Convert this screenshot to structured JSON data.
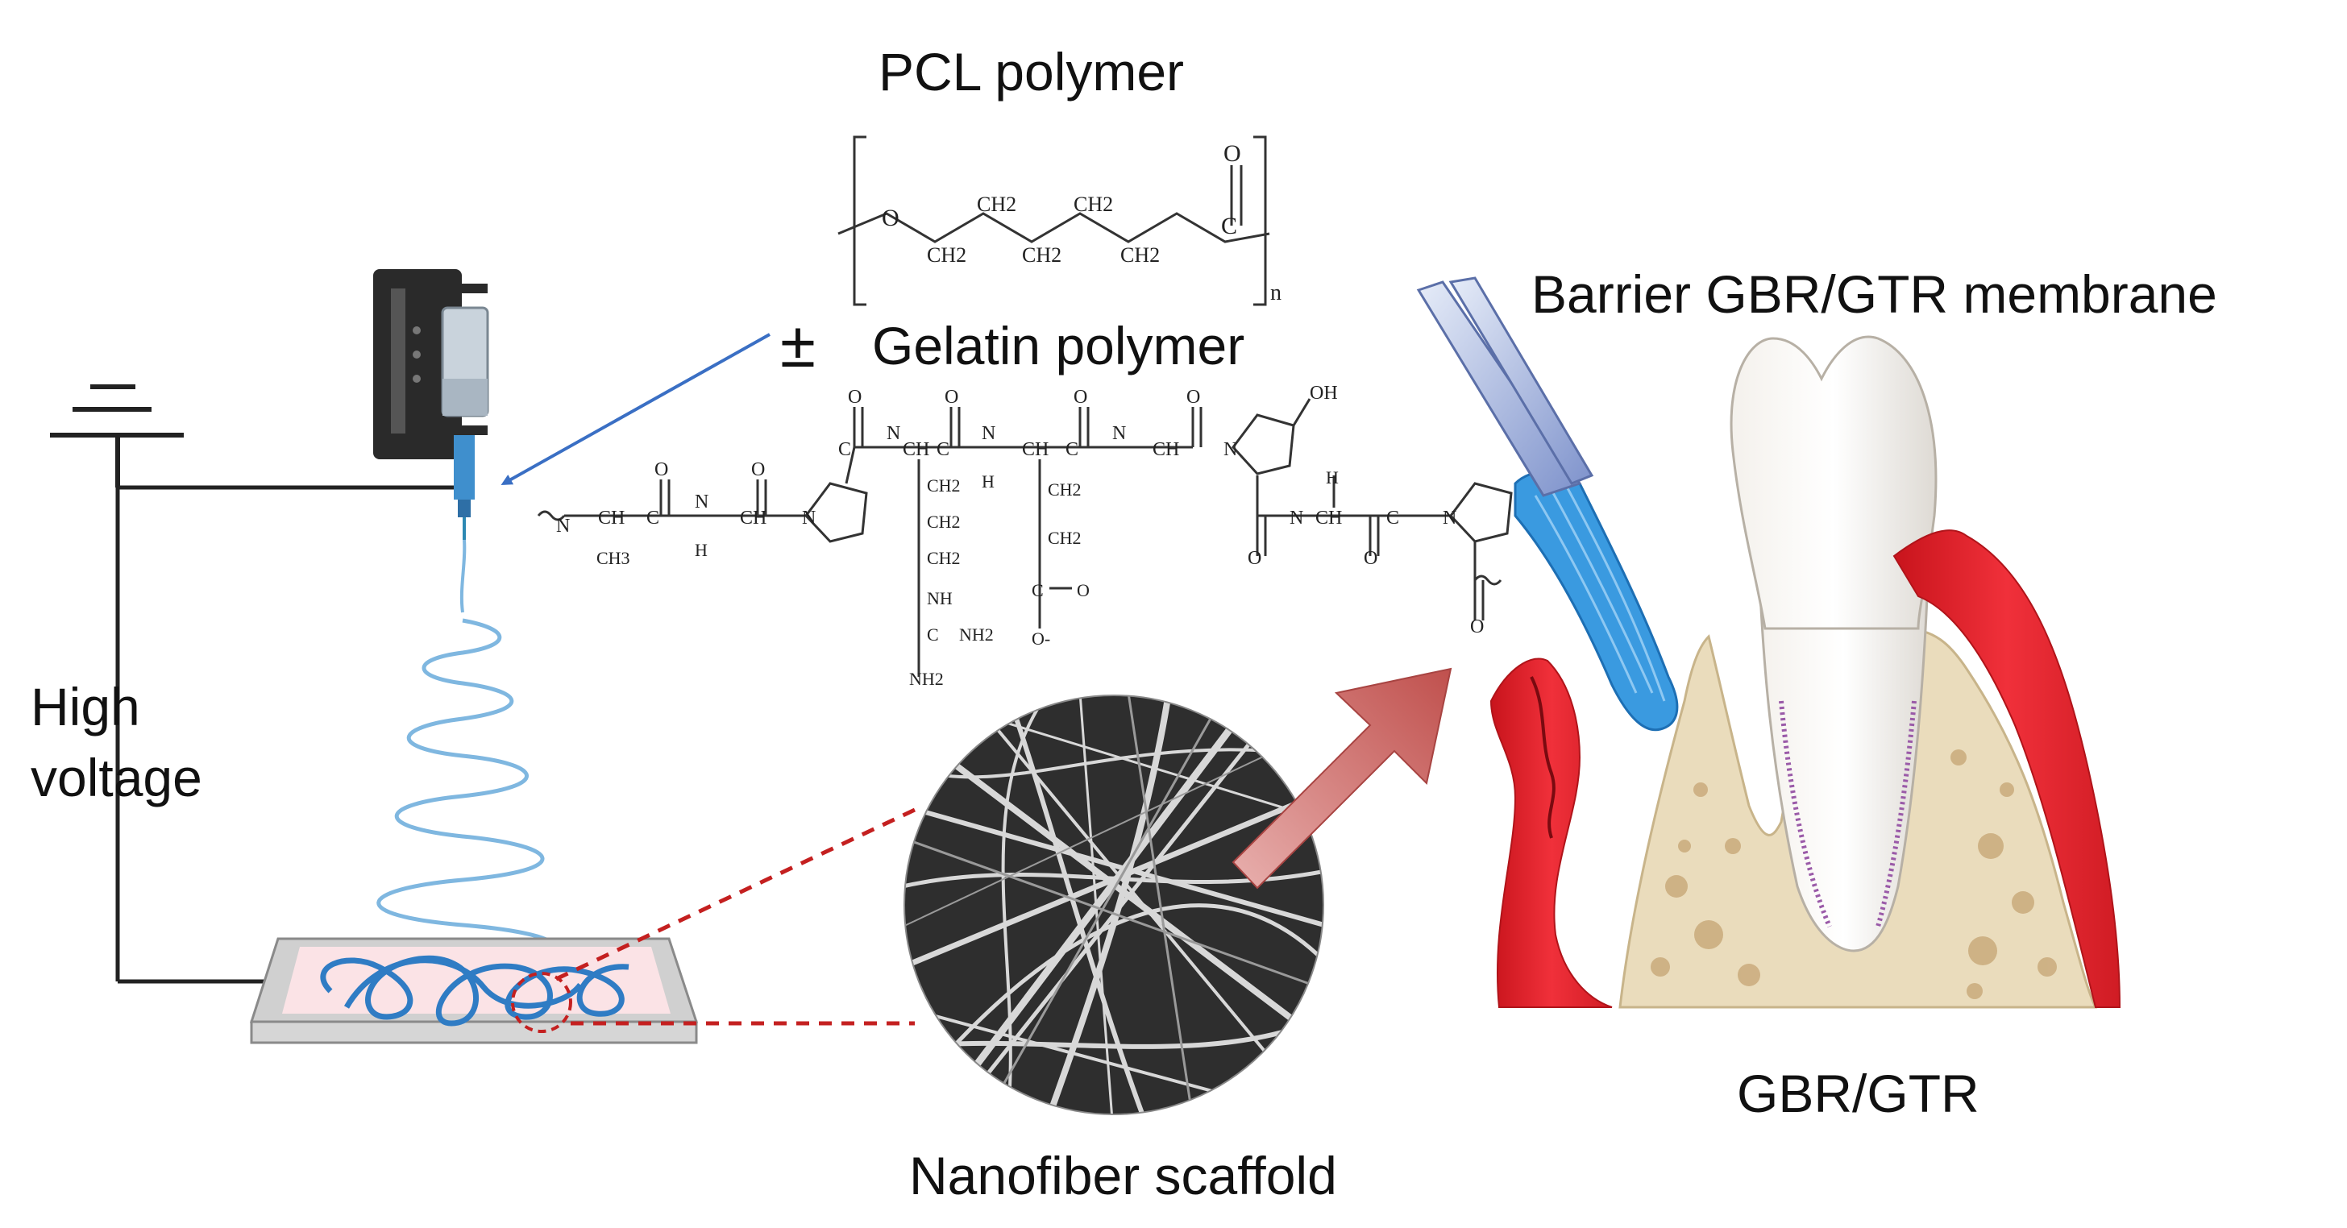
{
  "labels": {
    "pcl_polymer": "PCL polymer",
    "plus_minus": "±",
    "gelatin_polymer": "Gelatin polymer",
    "barrier_membrane": "Barrier GBR/GTR membrane",
    "high_voltage_line1": "High",
    "high_voltage_line2": "voltage",
    "nanofiber_scaffold": "Nanofiber scaffold",
    "gbr_gtr": "GBR/GTR"
  },
  "pcl_structure": {
    "o_atom": "O",
    "o_carbonyl": "O",
    "c_carbonyl": "C",
    "ch2": "CH2",
    "repeat_n": "n"
  },
  "gelatin_structure": {
    "n": "N",
    "nh": "NH",
    "h": "H",
    "c": "C",
    "ch": "CH",
    "ch2": "CH2",
    "ch3": "CH3",
    "o": "O",
    "oh": "OH",
    "o_minus": "O-",
    "nh2": "NH2"
  },
  "colors": {
    "fiber_blue": "#4a90c8",
    "gum_red": "#e8202a",
    "bone_beige": "#e8d9b8",
    "arrow_red": "#c0504d",
    "dashed_red": "#c42020",
    "pointer_blue": "#3a6fc4",
    "membrane_blue": "#3a9ae0"
  }
}
